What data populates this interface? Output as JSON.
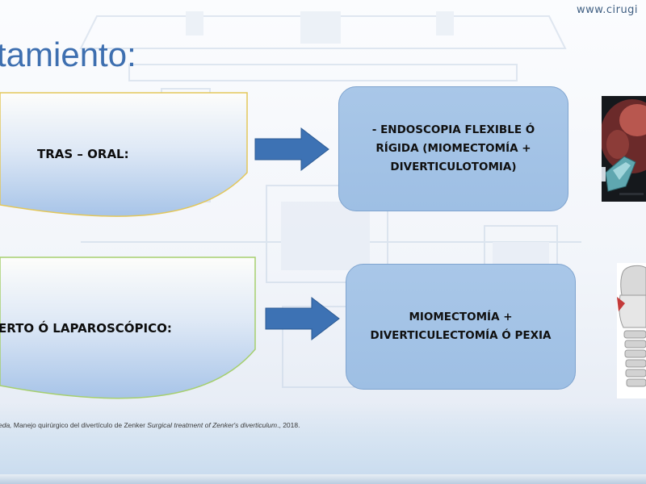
{
  "header": {
    "site_url": "www.cirugi",
    "title": "tamiento:"
  },
  "rows": [
    {
      "approach_label": "TRAS – ORAL:",
      "procedure_text": "- ENDOSCOPIA FLEXIBLE Ó\nRÍGIDA (MIOMECTOMÍA +\nDIVERTICULOTOMIA)",
      "image_icon": "endoscopic-image-icon"
    },
    {
      "approach_label": "ERTO Ó LAPAROSCÓPICO:",
      "procedure_text": "MIOMECTOMÍA +\nDIVERTICULECTOMÍA Ó PEXIA",
      "image_icon": "larynx-anatomy-icon"
    }
  ],
  "citation": {
    "author_fragment": "eda,",
    "text": " Manejo quirúrgico del divertículo de Zenker ",
    "english_title": "Surgical treatment of Zenker's diverticulum",
    "year_suffix": "., 2018."
  },
  "colors": {
    "title": "#3e6fb0",
    "shape_fill_top": "#fdfdfb",
    "shape_fill_bottom": "#a7c4e8",
    "shape_border_1": "#e3c75a",
    "shape_border_2": "#a6cf6e",
    "arrow": "#3d72b4",
    "box_fill": "#a9c7e8",
    "box_border": "#7fa4cf"
  }
}
